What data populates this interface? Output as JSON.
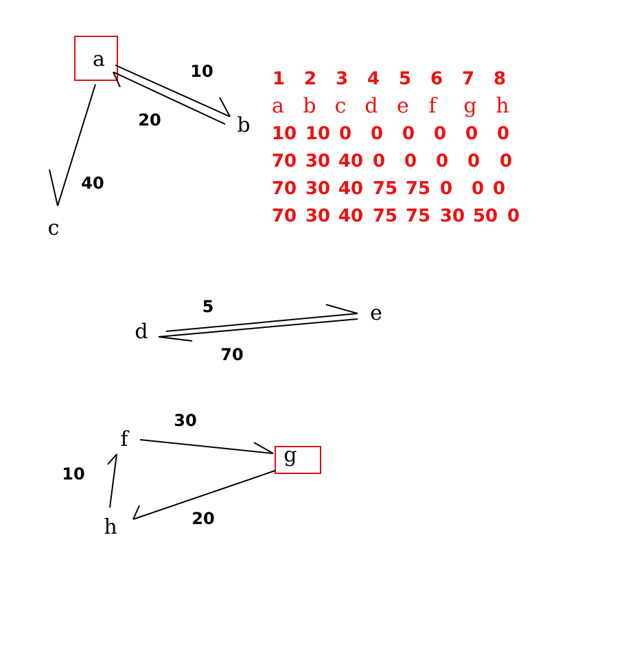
{
  "nodes": {
    "a": "a",
    "b": "b",
    "c": "c",
    "d": "d",
    "e": "e",
    "f": "f",
    "g": "g",
    "h": "h"
  },
  "edge_weights": {
    "a_to_b": "10",
    "b_to_a": "20",
    "a_to_c": "40",
    "d_to_e": "5",
    "e_to_d": "70",
    "f_to_g": "30",
    "h_to_f": "10",
    "g_to_h": "20"
  },
  "table": {
    "header_numbers": [
      "1",
      "2",
      "3",
      "4",
      "5",
      "6",
      "7",
      "8"
    ],
    "header_letters": [
      "a",
      "b",
      "c",
      "d",
      "e",
      "f",
      "g",
      "h"
    ],
    "rows": [
      [
        "10",
        "10",
        "0",
        "0",
        "0",
        "0",
        "0",
        "0"
      ],
      [
        "70",
        "30",
        "40",
        "0",
        "0",
        "0",
        "0",
        "0"
      ],
      [
        "70",
        "30",
        "40",
        "75",
        "75",
        "0",
        "0",
        "0"
      ],
      [
        "70",
        "30",
        "40",
        "75",
        "75",
        "30",
        "50",
        "0"
      ]
    ]
  },
  "colors": {
    "highlight": "#e01010",
    "table_text": "#ee1111",
    "ink": "#000000"
  }
}
